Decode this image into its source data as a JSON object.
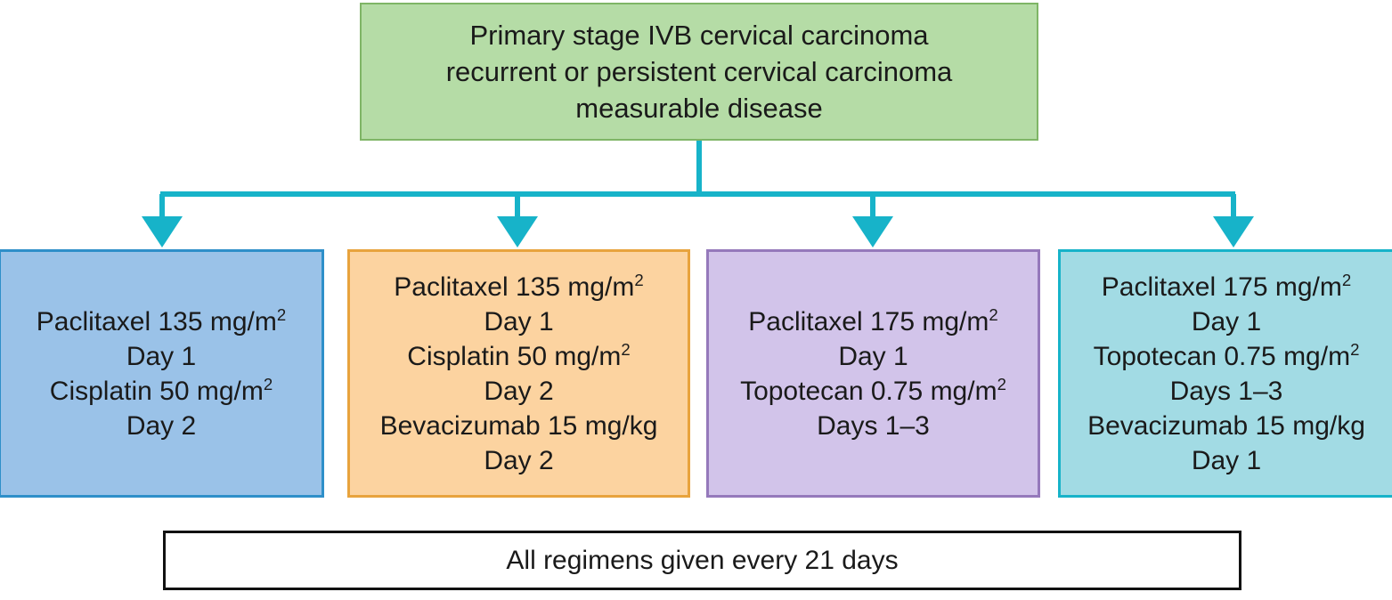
{
  "diagram": {
    "title_node": {
      "name": "primary-diagnosis-node",
      "color": "#b5dca6",
      "border_color": "#7fb566",
      "lines": [
        "Primary stage IVB cervical carcinoma",
        "recurrent or persistent cervical carcinoma",
        "measurable disease"
      ]
    },
    "connector": {
      "color": "#17b3c9",
      "arrow_count": 4
    },
    "regimens": [
      {
        "name": "regimen-paclitaxel-cisplatin",
        "color": "#9ac2e8",
        "border_color": "#2e8fc9",
        "lines": [
          {
            "text": "Paclitaxel 135 mg/m",
            "sup": "2"
          },
          {
            "text": "Day 1",
            "sup": ""
          },
          {
            "text": "Cisplatin 50 mg/m",
            "sup": "2"
          },
          {
            "text": "Day 2",
            "sup": ""
          }
        ]
      },
      {
        "name": "regimen-paclitaxel-cisplatin-bevacizumab",
        "color": "#fcd3a0",
        "border_color": "#e8a33d",
        "lines": [
          {
            "text": "Paclitaxel 135 mg/m",
            "sup": "2"
          },
          {
            "text": "Day 1",
            "sup": ""
          },
          {
            "text": "Cisplatin 50 mg/m",
            "sup": "2"
          },
          {
            "text": "Day 2",
            "sup": ""
          },
          {
            "text": "Bevacizumab 15 mg/kg",
            "sup": ""
          },
          {
            "text": "Day 2",
            "sup": ""
          }
        ]
      },
      {
        "name": "regimen-paclitaxel-topotecan",
        "color": "#d2c4ea",
        "border_color": "#9579bb",
        "lines": [
          {
            "text": "Paclitaxel 175 mg/m",
            "sup": "2"
          },
          {
            "text": "Day 1",
            "sup": ""
          },
          {
            "text": "Topotecan 0.75 mg/m",
            "sup": "2"
          },
          {
            "text": "Days 1–3",
            "sup": ""
          }
        ]
      },
      {
        "name": "regimen-paclitaxel-topotecan-bevacizumab",
        "color": "#a2dbe4",
        "border_color": "#17b3c9",
        "lines": [
          {
            "text": "Paclitaxel 175 mg/m",
            "sup": "2"
          },
          {
            "text": "Day 1",
            "sup": ""
          },
          {
            "text": "Topotecan 0.75 mg/m",
            "sup": "2"
          },
          {
            "text": "Days 1–3",
            "sup": ""
          },
          {
            "text": "Bevacizumab 15 mg/kg",
            "sup": ""
          },
          {
            "text": "Day 1",
            "sup": ""
          }
        ]
      }
    ],
    "footer_note": {
      "name": "all-regimens-note",
      "text": "All regimens given every 21 days"
    }
  }
}
